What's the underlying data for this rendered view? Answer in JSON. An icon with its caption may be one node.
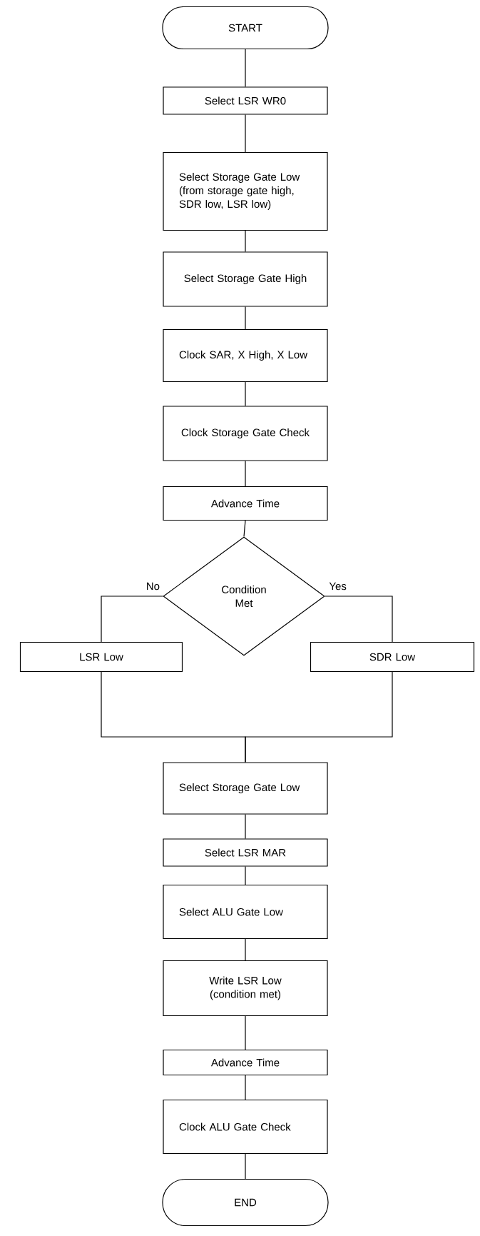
{
  "diagram": {
    "nodes": [
      {
        "text": [
          "START"
        ]
      },
      {
        "text": [
          "Select LSR WR0"
        ]
      },
      {
        "text": [
          "Select Storage Gate Low (from storage gate high, SDR low, LSR low)"
        ]
      },
      {
        "text": [
          "Select Storage Gate High"
        ]
      },
      {
        "text": [
          "Clock SAR, X High, X Low"
        ]
      },
      {
        "text": [
          "Clock Storage Gate Check"
        ]
      },
      {
        "text": [
          "Advance Time"
        ]
      },
      {
        "text": [
          "Condition Met"
        ]
      },
      {
        "text": [
          "LSR Low"
        ]
      },
      {
        "text": [
          "SDR Low"
        ]
      },
      {
        "text": [
          "Select Storage Gate Low"
        ]
      },
      {
        "text": [
          "Select LSR MAR"
        ]
      },
      {
        "text": [
          "Select ALU Gate Low"
        ]
      },
      {
        "text": [
          "Write LSR Low (condition met)"
        ]
      },
      {
        "text": [
          "Advance Time"
        ]
      },
      {
        "text": [
          "Clock ALU Gate Check"
        ]
      },
      {
        "text": [
          "END"
        ]
      }
    ],
    "edges": [
      {
        "from": 0,
        "to": 1,
        "arrow": "none"
      },
      {
        "from": 1,
        "to": 2,
        "arrow": "none"
      },
      {
        "from": 2,
        "to": 3,
        "arrow": "none"
      },
      {
        "from": 3,
        "to": 4,
        "arrow": "none"
      },
      {
        "from": 4,
        "to": 5,
        "arrow": "none"
      },
      {
        "from": 5,
        "to": 6,
        "arrow": "none"
      },
      {
        "from": 6,
        "to": 7,
        "arrow": "none"
      },
      {
        "from": 7,
        "to": 8,
        "arrow": "none",
        "label": "No"
      },
      {
        "from": 7,
        "to": 9,
        "arrow": "none",
        "label": "Yes"
      },
      {
        "from": 8,
        "to": 10,
        "arrow": "none"
      },
      {
        "from": 9,
        "to": 10,
        "arrow": "none"
      },
      {
        "from": 10,
        "to": 11,
        "arrow": "none"
      },
      {
        "from": 11,
        "to": 12,
        "arrow": "none"
      },
      {
        "from": 12,
        "to": 13,
        "arrow": "none"
      },
      {
        "from": 13,
        "to": 14,
        "arrow": "none"
      },
      {
        "from": 14,
        "to": 15,
        "arrow": "none"
      },
      {
        "from": 15,
        "to": 16,
        "arrow": "none"
      }
    ]
  }
}
